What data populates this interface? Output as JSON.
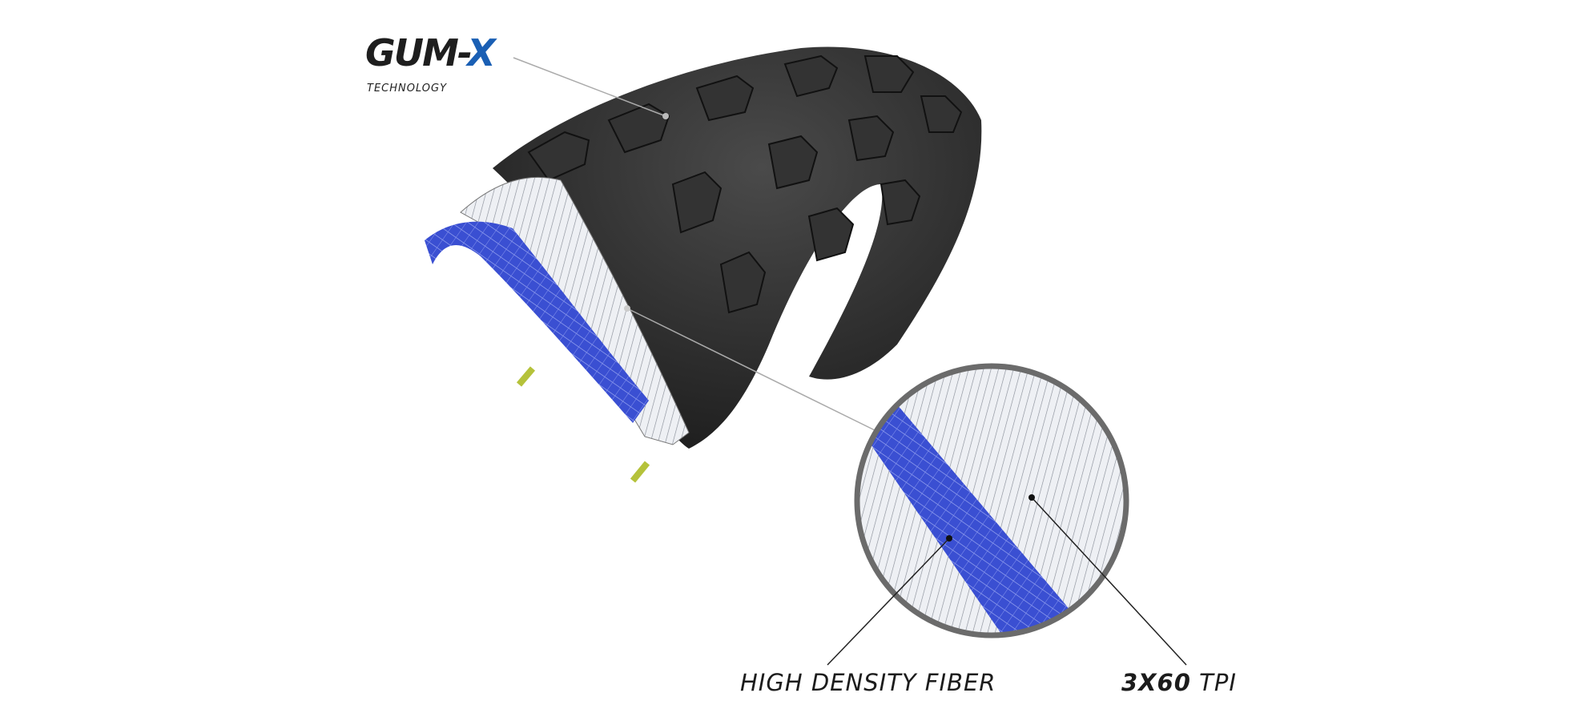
{
  "logo": {
    "main": "GUM-",
    "accent": "X",
    "sub": "TECHNOLOGY"
  },
  "callouts": {
    "fiber": "HIGH DENSITY FIBER",
    "tpi_bold": "3X60",
    "tpi_rest": " TPI"
  },
  "colors": {
    "tread": "#2b2b2b",
    "casing": "#d9dce2",
    "fiber": "#3b4fd0",
    "ring": "#6b6b6b",
    "logo_accent": "#1a5fb4"
  }
}
